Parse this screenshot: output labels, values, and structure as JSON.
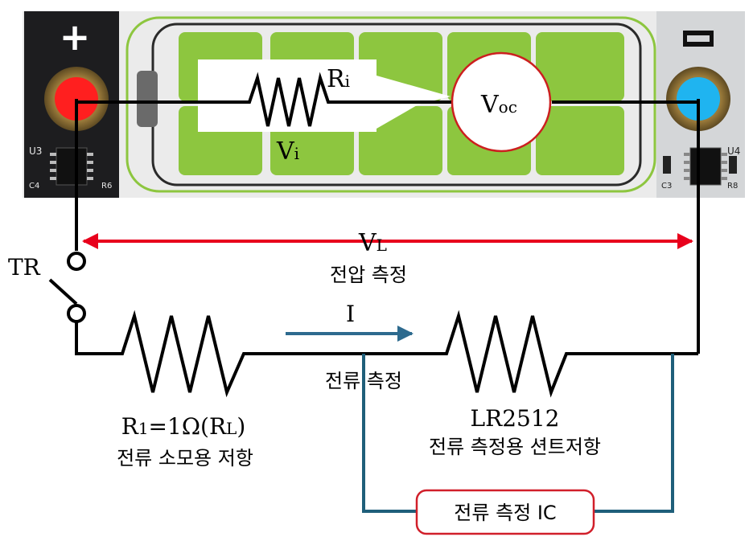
{
  "battery": {
    "plus_symbol": "+",
    "minus_symbol": "−",
    "left_chip_id": "U3",
    "left_chip_cap": "C4",
    "left_chip_res": "R6",
    "right_chip_id": "U4",
    "right_chip_cap": "C3",
    "right_chip_res": "R8",
    "left_terminal_color": "#ff1f1f",
    "right_terminal_color": "#1fb4f0",
    "cell_color": "#8dc63f"
  },
  "internal_model": {
    "resistor_label_main": "R",
    "resistor_label_sub": "i",
    "voltage_label_main": "V",
    "voltage_label_sub": "i",
    "source_label_main": "V",
    "source_label_sub": "oc"
  },
  "measurement": {
    "voltage_label_main": "V",
    "voltage_label_sub": "L",
    "voltage_caption": "전압 측정",
    "voltage_arrow_color": "#e8001c",
    "switch_label": "TR",
    "current_label": "I",
    "current_caption": "전류 측정",
    "current_arrow_color": "#2d6a8e",
    "load_resistor_line1_main": "R",
    "load_resistor_line1_sub": "1",
    "load_resistor_line1_rest": "=1Ω(R",
    "load_resistor_line1_sub2": "L",
    "load_resistor_line1_end": ")",
    "load_resistor_line2": "전류 소모용 저항",
    "shunt_line1": "LR2512",
    "shunt_line2": "전류 측정용 션트저항",
    "ic_label": "전류 측정 IC",
    "ic_border_color": "#d11f2a",
    "sense_wire_color": "#1f5f7a"
  }
}
